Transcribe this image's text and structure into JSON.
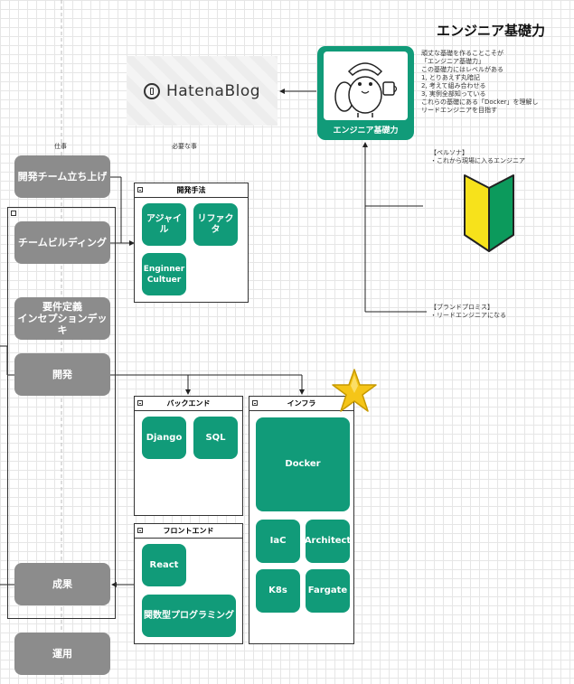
{
  "header": {
    "title": "エンジニア基礎力"
  },
  "logo": {
    "brand": "HatenaBlog"
  },
  "mascot": {
    "caption": "エンジニア基礎力"
  },
  "intro_text": [
    "頑丈な基礎を作ることこそが",
    "「エンジニア基礎力」",
    "この基礎力にはレベルがある",
    "1, とりあえず丸暗記",
    "2, 考えて組み合わせる",
    "3, 実例全部知っている",
    "これらの基礎にある「Docker」を理解し",
    "リードエンジニアを目指す"
  ],
  "persona": {
    "lines": [
      "【ペルソナ】",
      "・これから現場に入るエンジニア"
    ]
  },
  "brand_promise": {
    "lines": [
      "【ブランドプロミス】",
      "・リードエンジニアになる"
    ]
  },
  "column_labels": {
    "work": "仕事",
    "needs": "必要な事"
  },
  "work_items": [
    "開発チーム立ち上げ",
    "チームビルディング",
    "要件定義\nインセプションデッキ",
    "開発",
    "成果",
    "運用"
  ],
  "panels": {
    "method": {
      "title": "開発手法",
      "items": [
        "アジャイル",
        "リファクタ",
        "Enginner\nCultuer"
      ]
    },
    "backend": {
      "title": "バックエンド",
      "items": [
        "Django",
        "SQL"
      ]
    },
    "frontend": {
      "title": "フロントエンド",
      "items": [
        "React",
        "関数型プログラミング"
      ]
    },
    "infra": {
      "title": "インフラ",
      "items": [
        "Docker",
        "IaC",
        "Architect",
        "K8s",
        "Fargate"
      ]
    }
  },
  "colors": {
    "green": "#119b79",
    "gray": "#8c8c8c",
    "star": "#f5c518"
  }
}
